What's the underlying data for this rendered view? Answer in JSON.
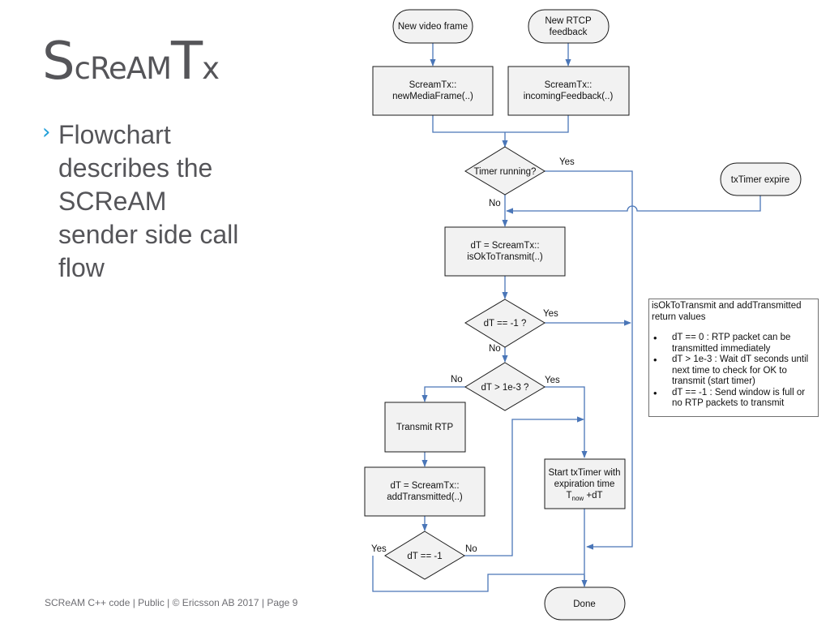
{
  "slide": {
    "title_parts": [
      {
        "text": "S",
        "size": "big"
      },
      {
        "text": "cReAM",
        "size": "small"
      },
      {
        "text": "T",
        "size": "big"
      },
      {
        "text": "x",
        "size": "small"
      }
    ],
    "bullet_marker": "›",
    "bullet_text": "Flowchart describes the SCReAM sender side call flow",
    "footer": "SCReAM C++ code  |  Public  |  © Ericsson AB 2017  |  Page 9"
  },
  "flowchart": {
    "nodes": {
      "new_video_frame": "New video frame",
      "new_rtcp_line1": "New RTCP",
      "new_rtcp_line2": "feedback",
      "new_media_frame_line1": "ScreamTx::",
      "new_media_frame_line2": "newMediaFrame(..)",
      "incoming_feedback_line1": "ScreamTx::",
      "incoming_feedback_line2": "incomingFeedback(..)",
      "timer_running": "Timer running?",
      "tx_timer_expire": "txTimer expire",
      "is_ok_line1": "dT = ScreamTx::",
      "is_ok_line2": "isOkToTransmit(..)",
      "dt_minus1": "dT == -1 ?",
      "dt_gt": "dT > 1e-3 ?",
      "transmit_rtp": "Transmit RTP",
      "add_transmitted_line1": "dT = ScreamTx::",
      "add_transmitted_line2": "addTransmitted(..)",
      "start_timer_line1": "Start txTimer with",
      "start_timer_line2": "expiration time",
      "start_timer_now": "T",
      "start_timer_now_sub": "now",
      "start_timer_now_suffix": " +dT",
      "dt_eq_minus1": "dT == -1",
      "done": "Done"
    },
    "labels": {
      "timer_yes": "Yes",
      "timer_no": "No",
      "dt1_yes": "Yes",
      "dt1_no": "No",
      "dt2_no": "No",
      "dt2_yes": "Yes",
      "dt3_yes": "Yes",
      "dt3_no": "No"
    },
    "note": {
      "title": "isOkToTransmit and addTransmitted return values",
      "items": [
        "dT == 0 : RTP packet can be transmitted immediately",
        "dT > 1e-3 : Wait dT seconds until next time to check for OK to transmit (start timer)",
        "dT == -1 : Send window is full or no RTP packets to transmit"
      ]
    },
    "colors": {
      "connector": "#4a76b8",
      "node_fill": "#f2f2f2",
      "node_border": "#1a1a1a",
      "bullet": "#1f9ed8",
      "title": "#555559"
    }
  }
}
